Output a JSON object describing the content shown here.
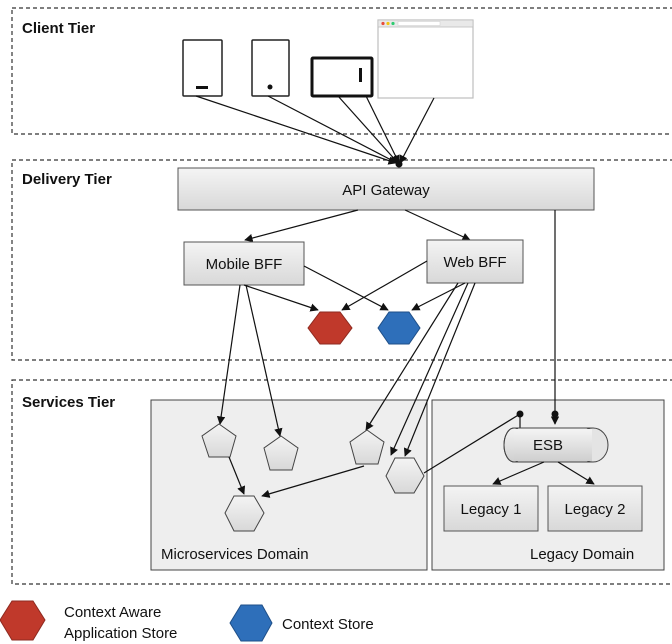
{
  "tiers": {
    "client": "Client Tier",
    "delivery": "Delivery Tier",
    "services": "Services Tier"
  },
  "nodes": {
    "api_gateway": "API Gateway",
    "mobile_bff": "Mobile BFF",
    "web_bff": "Web BFF",
    "esb": "ESB",
    "legacy1": "Legacy 1",
    "legacy2": "Legacy 2"
  },
  "domains": {
    "microservices": "Microservices Domain",
    "legacy": "Legacy Domain"
  },
  "legend": {
    "context_aware_line1": "Context Aware",
    "context_aware_line2": "Application Store",
    "context_store": "Context Store"
  },
  "colors": {
    "context_aware": "#c0392b",
    "context_store": "#2e6fba",
    "box_fill": "#e6e6e6",
    "domain_fill": "#eeeeee"
  }
}
